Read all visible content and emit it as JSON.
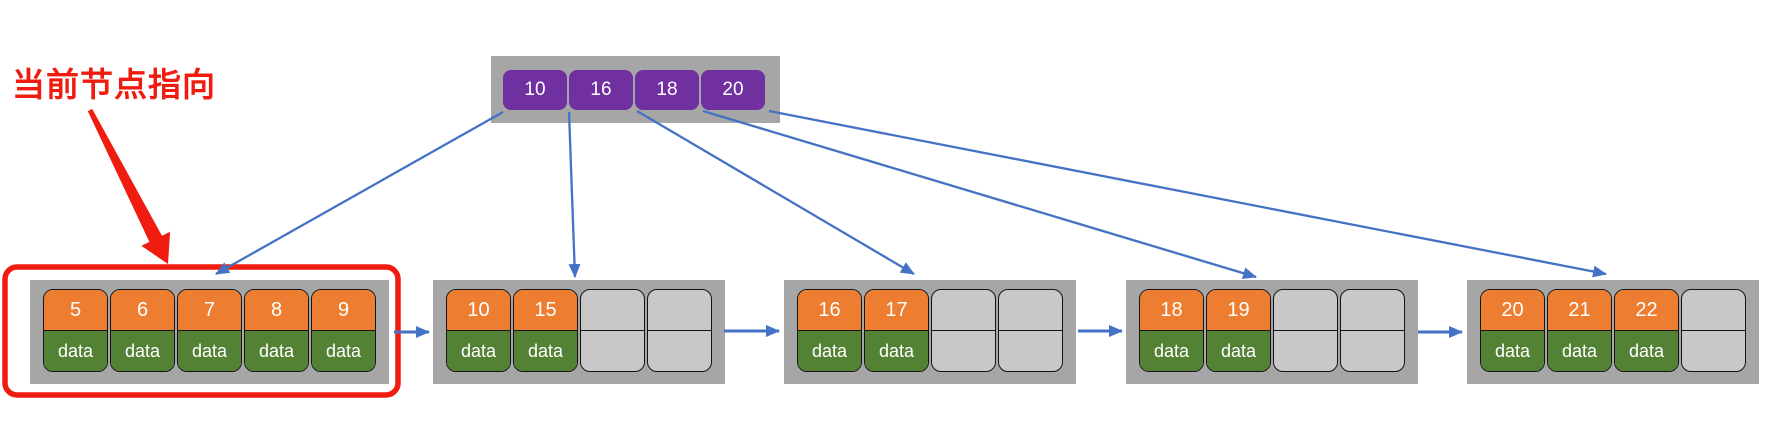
{
  "diagram": {
    "annotation": {
      "label": "当前节点指向"
    },
    "root": {
      "keys": [
        "10",
        "16",
        "18",
        "20"
      ]
    },
    "leaves": [
      {
        "keys": [
          "5",
          "6",
          "7",
          "8",
          "9"
        ],
        "slots": 5,
        "data_label": "data",
        "highlighted": true
      },
      {
        "keys": [
          "10",
          "15"
        ],
        "slots": 4,
        "data_label": "data",
        "highlighted": false
      },
      {
        "keys": [
          "16",
          "17"
        ],
        "slots": 4,
        "data_label": "data",
        "highlighted": false
      },
      {
        "keys": [
          "18",
          "19"
        ],
        "slots": 4,
        "data_label": "data",
        "highlighted": false
      },
      {
        "keys": [
          "20",
          "21",
          "22"
        ],
        "slots": 4,
        "data_label": "data",
        "highlighted": false
      }
    ],
    "colors": {
      "key_cell": "#ED7D31",
      "data_cell": "#548235",
      "root_cell": "#7030A0",
      "node_frame": "#A6A6A6",
      "empty_cell": "#C8C8C8",
      "pointer": "#4472C4",
      "highlight": "#F01C10"
    }
  }
}
